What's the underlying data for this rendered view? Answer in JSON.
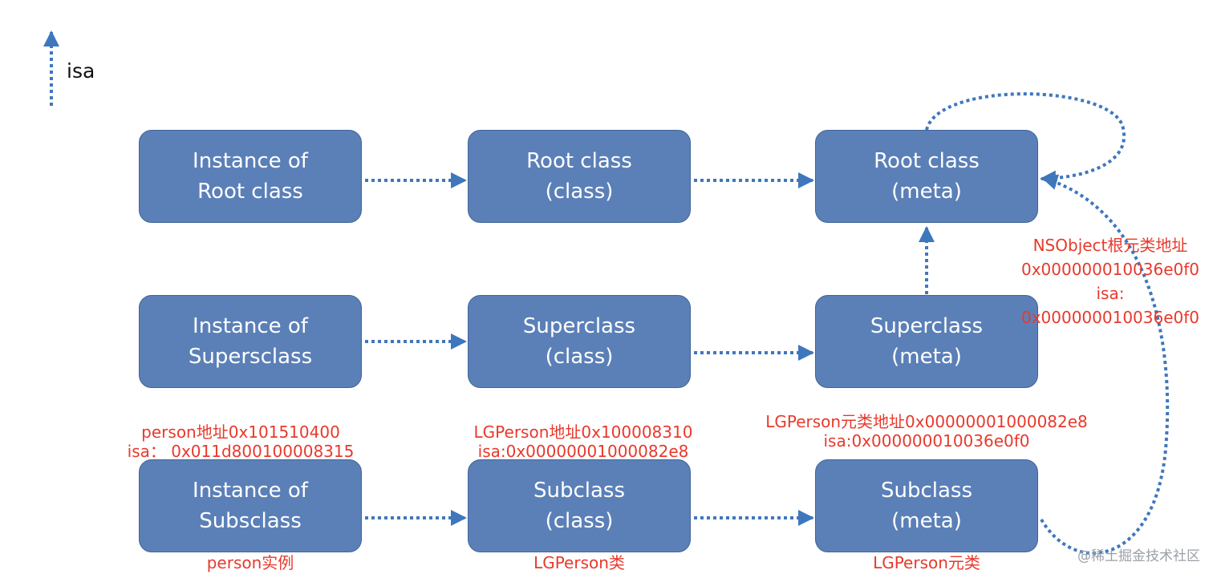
{
  "legend": {
    "label": "isa"
  },
  "boxes": {
    "instance_root": {
      "line1": "Instance of",
      "line2": "Root class"
    },
    "root_class": {
      "line1": "Root class",
      "line2": "(class)"
    },
    "root_meta": {
      "line1": "Root class",
      "line2": "(meta)"
    },
    "instance_super": {
      "line1": "Instance of",
      "line2": "Supersclass"
    },
    "super_class": {
      "line1": "Superclass",
      "line2": "(class)"
    },
    "super_meta": {
      "line1": "Superclass",
      "line2": "(meta)"
    },
    "instance_sub": {
      "line1": "Instance of",
      "line2": "Subsclass"
    },
    "sub_class": {
      "line1": "Subclass",
      "line2": "(class)"
    },
    "sub_meta": {
      "line1": "Subclass",
      "line2": "(meta)"
    }
  },
  "annotations": {
    "nsobject": {
      "line1": "NSObject根元类地址",
      "line2": "0x000000010036e0f0",
      "line3": "isa:",
      "line4": "0x000000010036e0f0"
    },
    "person_addr": {
      "line1": "person地址0x101510400",
      "line2": "isa：  0x011d800100008315"
    },
    "lgperson_addr": {
      "line1": "LGPerson地址0x100008310",
      "line2": "isa:0x00000001000082e8"
    },
    "lgperson_meta_addr": {
      "line1": "LGPerson元类地址0x00000001000082e8",
      "line2": "isa:0x000000010036e0f0"
    },
    "person_instance": "person实例",
    "lgperson_class": "LGPerson类",
    "lgperson_meta": "LGPerson元类"
  },
  "watermark": "@稀土掘金技术社区",
  "colors": {
    "box_fill": "#5b80b8",
    "arrow": "#3f77bd",
    "annotation": "#e8392c"
  }
}
